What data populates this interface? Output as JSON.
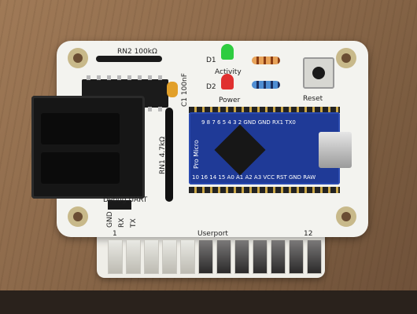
{
  "board": {
    "rn2_label": "RN2 100kΩ",
    "c1_label": "C1 100nF",
    "d1_label": "D1",
    "d2_label": "D2",
    "activity_label": "Activity",
    "power_label": "Power",
    "reset_label": "Reset",
    "rn1_label": "RN1 4.7kΩ",
    "debug_uart_label": "Debug  UART",
    "gnd_label": "GND",
    "rx_label": "RX",
    "tx_label": "TX",
    "edge_pin1": "1",
    "edge_pin12": "12",
    "userport_label": "Userport",
    "promicro_label": "Pro Micro",
    "top_pins": "9  8  7  6  5  4  3  2  GND GND RX1 TX0",
    "bottom_pins": "10 16 14 15 A0 A1 A2 A3 VCC RST GND RAW"
  },
  "colors": {
    "pcb": "#f3f3ef",
    "promicro": "#1f3a97",
    "led_green": "#2ecc40",
    "led_red": "#e03030",
    "wood": "#8d6a4b"
  }
}
